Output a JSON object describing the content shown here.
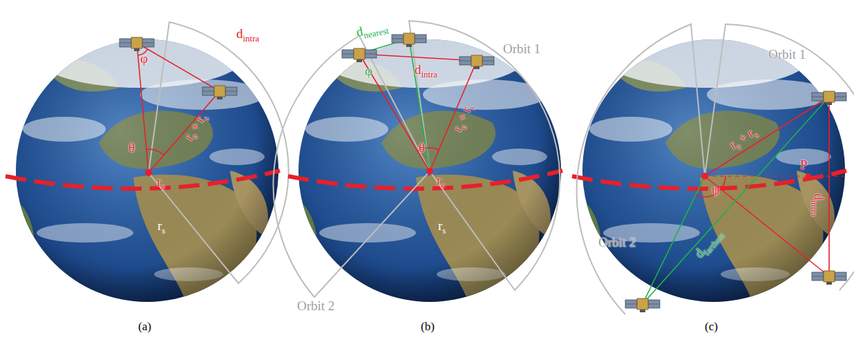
{
  "diagram": {
    "labels": [
      "φ",
      "d",
      "intra",
      "r",
      "e",
      "+",
      "r",
      "s",
      "θ",
      "r",
      "e",
      "r",
      "s",
      "(a)",
      "d",
      "nearest",
      "φ",
      "d",
      "intra",
      "r",
      "e",
      "+",
      "r",
      "s",
      "Orbit 1",
      "θ",
      "r",
      "e",
      "r",
      "s",
      "Orbit 2",
      "(b)",
      "Orbit 1",
      "r",
      "e",
      "+",
      "r",
      "s",
      "P",
      "d",
      "intra",
      "ψ",
      "d",
      "farthest",
      "Orbit 2",
      "(c)"
    ]
  }
}
